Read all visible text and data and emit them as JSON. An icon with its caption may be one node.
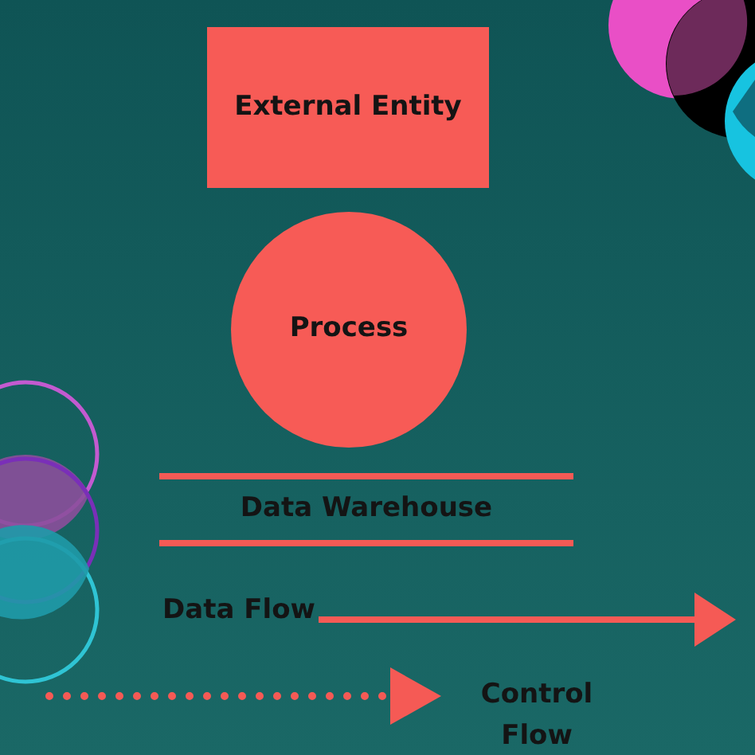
{
  "diagram": {
    "nodes": [
      {
        "text": [
          "External Entity"
        ]
      },
      {
        "text": [
          "Process"
        ]
      },
      {
        "text": [
          "Data Warehouse"
        ]
      }
    ],
    "labels": [
      "Data Flow",
      "Control Flow"
    ]
  }
}
